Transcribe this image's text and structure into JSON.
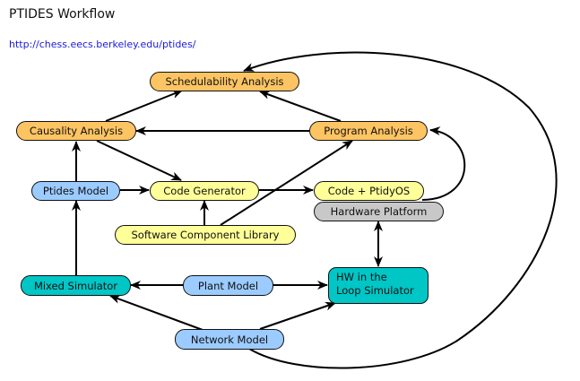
{
  "header": {
    "title": "PTIDES Workflow",
    "link": "http://chess.eecs.berkeley.edu/ptides/"
  },
  "colors": {
    "analysis": "#fdc463",
    "model": "#9ccbff",
    "code": "#ffff99",
    "hardware": "#c8c8c8",
    "simulator": "#00c6c6",
    "link": "#1a1adf"
  },
  "nodes": {
    "schedulability": "Schedulability Analysis",
    "causality": "Causality Analysis",
    "program": "Program Analysis",
    "ptides_model": "Ptides Model",
    "code_generator": "Code Generator",
    "code_ptidyos": "Code + PtidyOS",
    "hardware_platform": "Hardware Platform",
    "software_library": "Software Component Library",
    "mixed_simulator": "Mixed Simulator",
    "plant_model": "Plant Model",
    "hw_loop_line1": "HW in the",
    "hw_loop_line2": "Loop Simulator",
    "network_model": "Network Model"
  },
  "edges": [
    {
      "from": "Causality Analysis",
      "to": "Schedulability Analysis"
    },
    {
      "from": "Program Analysis",
      "to": "Schedulability Analysis"
    },
    {
      "from": "Program Analysis",
      "to": "Causality Analysis"
    },
    {
      "from": "Causality Analysis",
      "to": "Code Generator"
    },
    {
      "from": "Ptides Model",
      "to": "Causality Analysis"
    },
    {
      "from": "Ptides Model",
      "to": "Code Generator"
    },
    {
      "from": "Code Generator",
      "to": "Code + PtidyOS"
    },
    {
      "from": "Software Component Library",
      "to": "Code Generator"
    },
    {
      "from": "Software Component Library",
      "to": "Program Analysis"
    },
    {
      "from": "Code + PtidyOS",
      "to": "Program Analysis"
    },
    {
      "from": "Hardware Platform",
      "to": "HW in the Loop Simulator",
      "bidirectional": true
    },
    {
      "from": "Mixed Simulator",
      "to": "Ptides Model"
    },
    {
      "from": "Plant Model",
      "to": "Mixed Simulator"
    },
    {
      "from": "Plant Model",
      "to": "HW in the Loop Simulator"
    },
    {
      "from": "Network Model",
      "to": "Mixed Simulator"
    },
    {
      "from": "Network Model",
      "to": "HW in the Loop Simulator"
    },
    {
      "from": "Network Model",
      "to": "Schedulability Analysis"
    }
  ]
}
